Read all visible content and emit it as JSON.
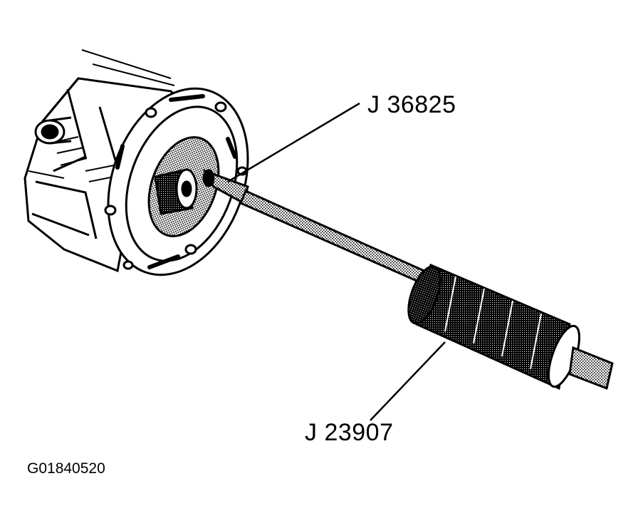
{
  "callouts": {
    "tool_top": "J 36825",
    "tool_bottom": "J 23907"
  },
  "figure_id": "G01840520",
  "colors": {
    "ink": "#000000",
    "paper": "#ffffff"
  }
}
